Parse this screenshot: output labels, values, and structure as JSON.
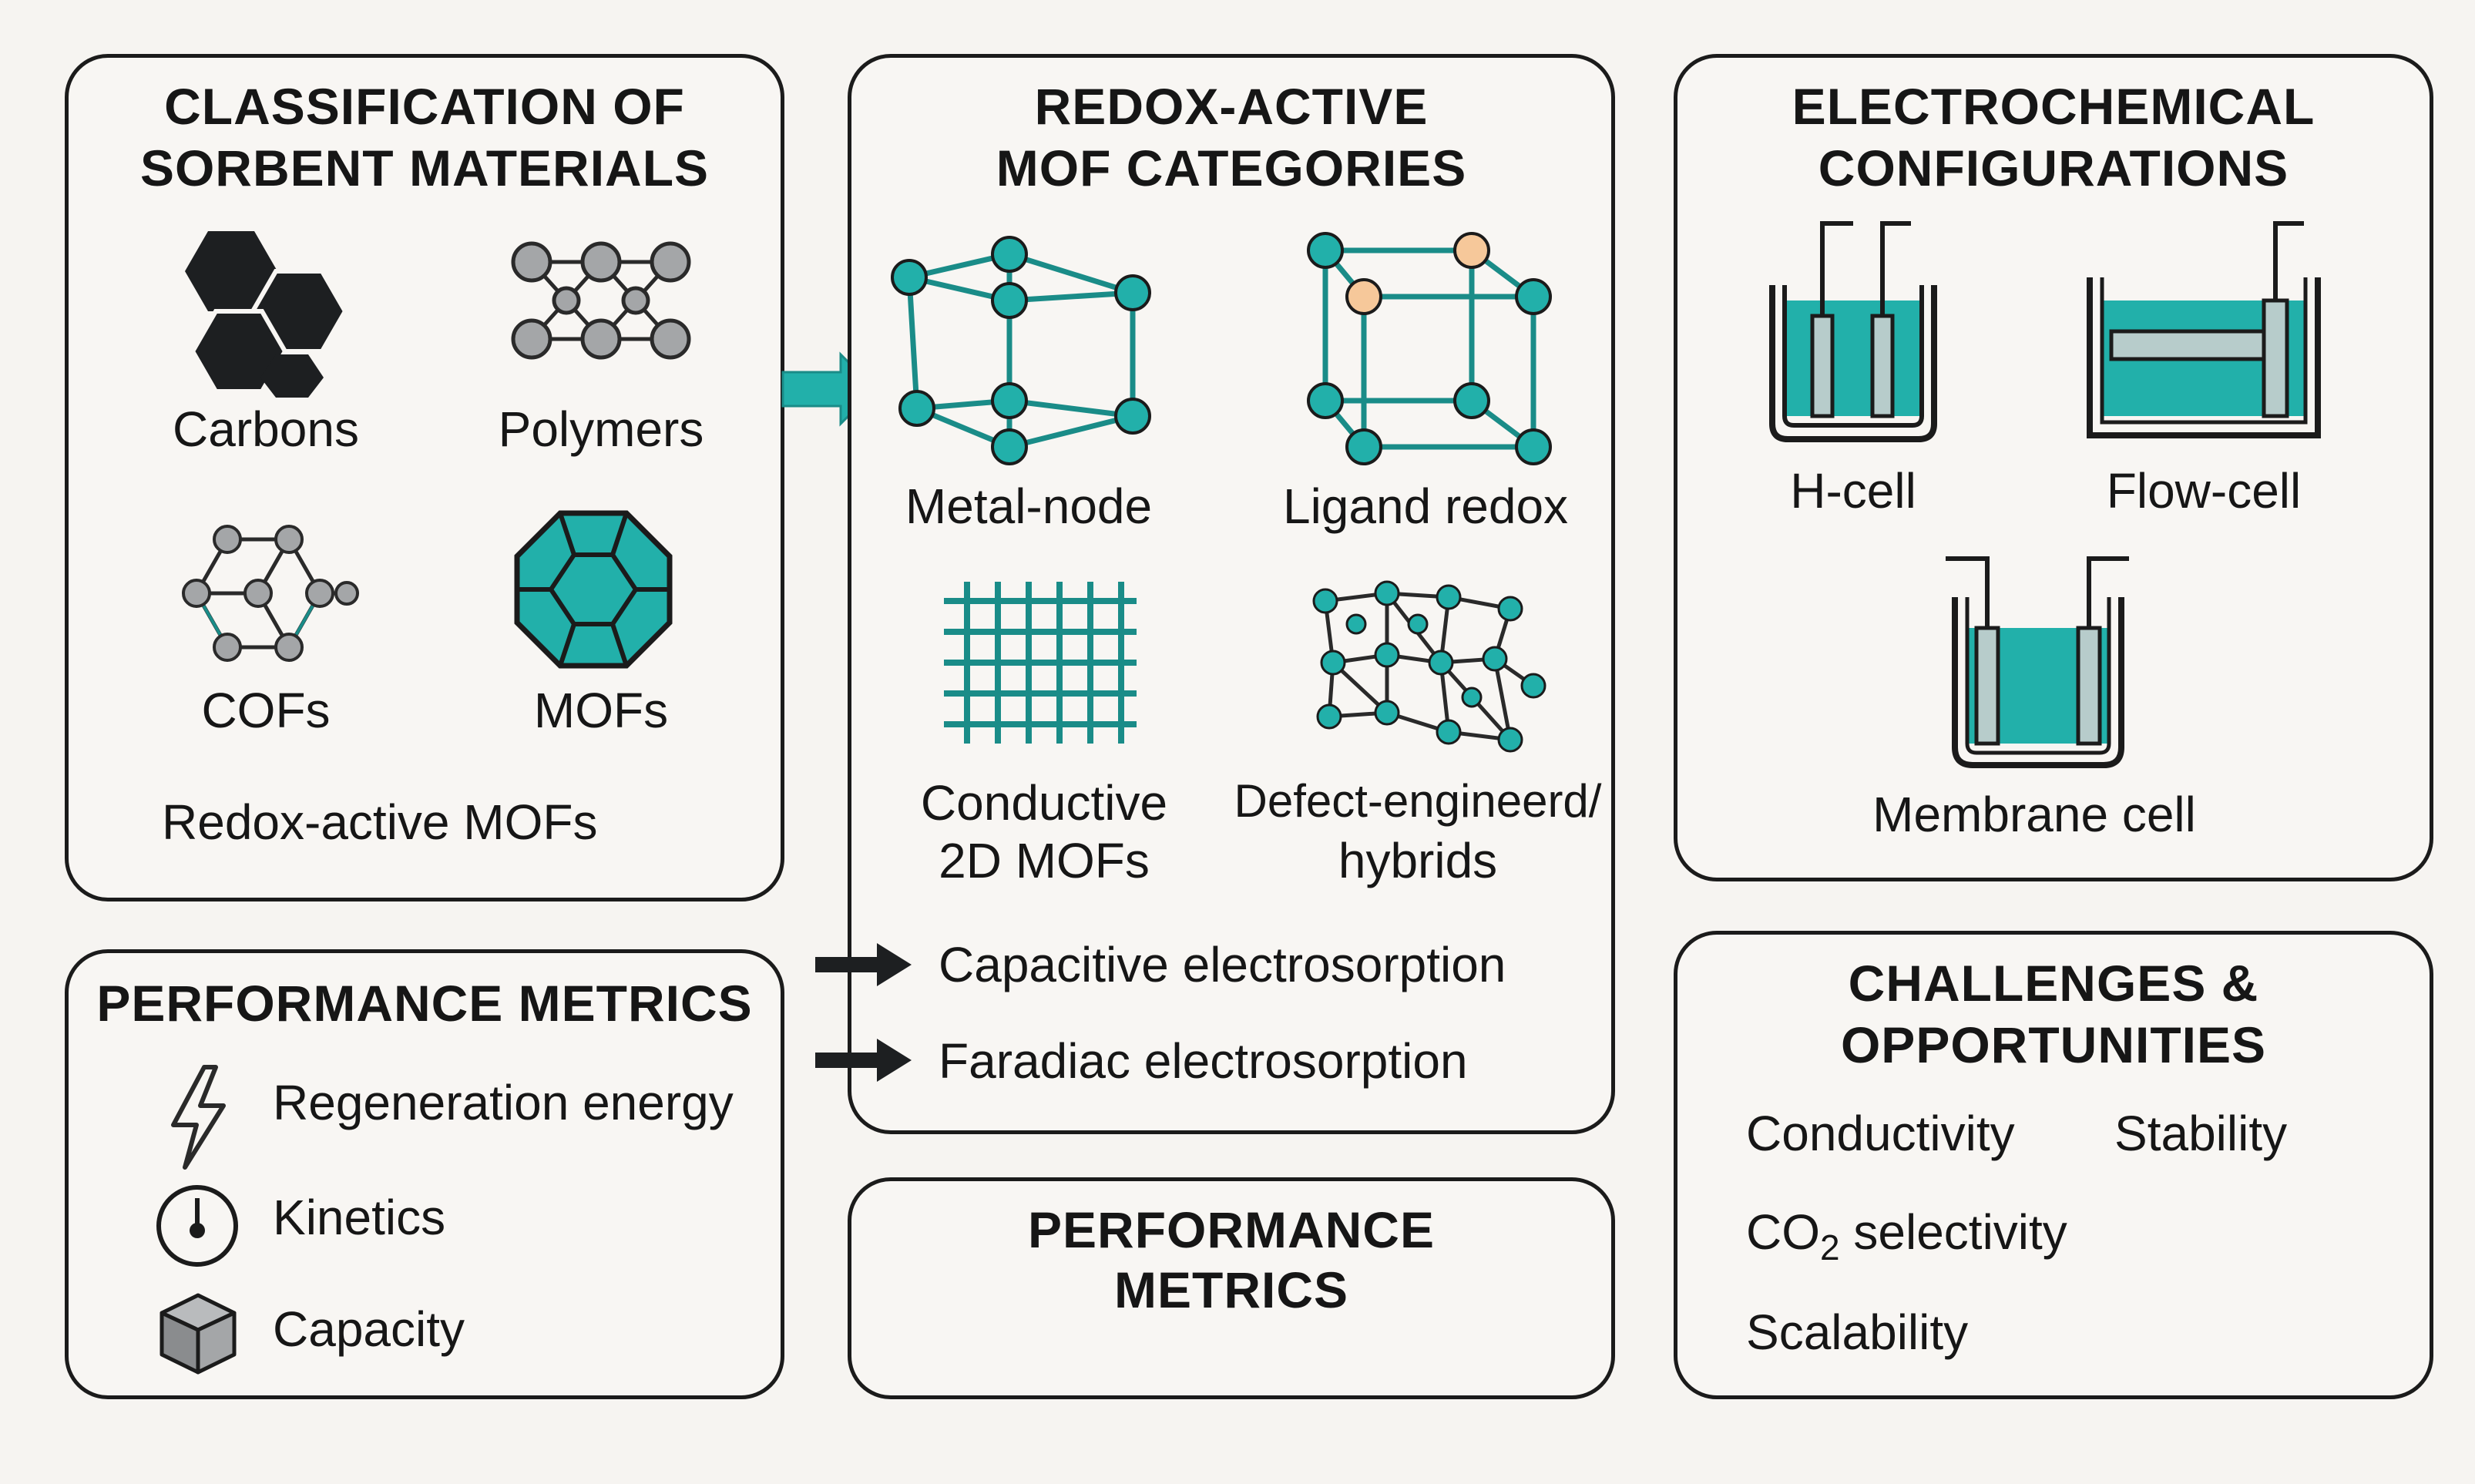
{
  "colors": {
    "teal": "#22b0aa",
    "teal_dark": "#1a8c88",
    "ink": "#1b1b1b",
    "gray_node": "#a4a6a8",
    "orange_node": "#f6c89a",
    "background": "#f6f4f1"
  },
  "panels": {
    "classification": {
      "title_line1": "CLASSIFICATION OF",
      "title_line2": "SORBENT MATERIALS",
      "items": [
        {
          "label": "Carbons",
          "icon": "hexagon-cluster-icon"
        },
        {
          "label": "Polymers",
          "icon": "polymer-network-icon"
        },
        {
          "label": "COFs",
          "icon": "cof-framework-icon"
        },
        {
          "label": "MOFs",
          "icon": "mof-octagon-icon"
        }
      ],
      "footer": "Redox-active MOFs"
    },
    "redox_categories": {
      "title_line1": "REDOX-ACTIVE",
      "title_line2": "MOF CATEGORIES",
      "items": [
        {
          "label": "Metal-node",
          "icon": "metal-node-cube-icon"
        },
        {
          "label": "Ligand redox",
          "icon": "ligand-redox-cube-icon"
        },
        {
          "label_line1": "Conductive",
          "label_line2": "2D MOFs",
          "icon": "conductive-grid-icon"
        },
        {
          "label_line1": "Defect-engineerd/",
          "label_line2": "hybrids",
          "icon": "defect-network-icon"
        }
      ],
      "mechanisms": [
        {
          "label": "Capacitive electrosorption",
          "icon": "arrow-right-icon"
        },
        {
          "label": "Faradiac electrosorption",
          "icon": "arrow-right-icon"
        }
      ]
    },
    "electrochemical": {
      "title_line1": "ELECTROCHEMICAL",
      "title_line2": "CONFIGURATIONS",
      "items": [
        {
          "label": "H-cell",
          "icon": "h-cell-icon"
        },
        {
          "label": "Flow-cell",
          "icon": "flow-cell-icon"
        },
        {
          "label": "Membrane cell",
          "icon": "membrane-cell-icon"
        }
      ]
    },
    "performance_left": {
      "title": "PERFORMANCE METRICS",
      "items": [
        {
          "label": "Regeneration energy",
          "icon": "lightning-icon"
        },
        {
          "label": "Kinetics",
          "icon": "gauge-icon"
        },
        {
          "label": "Capacity",
          "icon": "cube-icon"
        }
      ]
    },
    "performance_center": {
      "title_line1": "PERFORMANCE",
      "title_line2": "METRICS"
    },
    "challenges": {
      "title_line1": "CHALLENGES &",
      "title_line2": "OPPORTUNITIES",
      "items": {
        "conductivity": "Conductivity",
        "stability": "Stability",
        "co2_main": "CO",
        "co2_sub": "2",
        "co2_rest": "selectivity",
        "scalability": "Scalability"
      }
    }
  }
}
